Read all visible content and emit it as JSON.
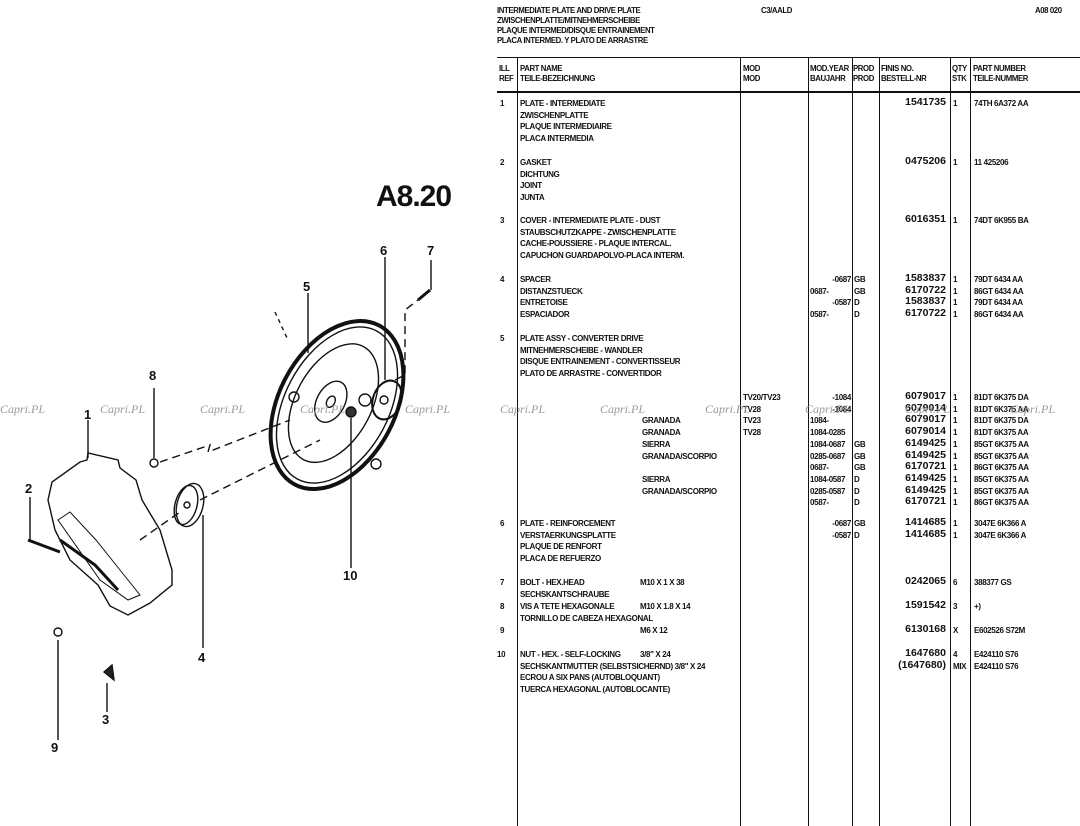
{
  "header": {
    "titles": [
      "INTERMEDIATE PLATE AND DRIVE PLATE",
      "ZWISCHENPLATTE/MITNEHMERSCHEIBE",
      "PLAQUE INTERMED/DISQUE ENTRAINEMENT",
      "PLACA INTERMED. Y PLATO DE ARRASTRE"
    ],
    "code": "C3/AALD",
    "page_ref": "A08 020"
  },
  "columns": {
    "ill": [
      "ILL",
      "REF"
    ],
    "name": [
      "PART NAME",
      "TEILE-BEZEICHNUNG"
    ],
    "mod": [
      "MOD",
      "MOD"
    ],
    "year": [
      "MOD.YEAR",
      "BAUJAHR"
    ],
    "prod": [
      "PROD",
      "PROD"
    ],
    "finis": [
      "FINIS NO.",
      "BESTELL-NR"
    ],
    "qty": [
      "QTY",
      "STK"
    ],
    "pn": [
      "PART NUMBER",
      "TEILE-NUMMER"
    ]
  },
  "items": [
    {
      "ref": "1",
      "lines": [
        {
          "name": "PLATE - INTERMEDIATE",
          "finis": "1541735",
          "qty": "1",
          "pn": "74TH 6A372 AA"
        },
        {
          "name": "ZWISCHENPLATTE"
        },
        {
          "name": "PLAQUE INTERMEDIAIRE"
        },
        {
          "name": "PLACA INTERMEDIA"
        }
      ]
    },
    {
      "ref": "2",
      "lines": [
        {
          "name": "GASKET",
          "finis": "0475206",
          "qty": "1",
          "pn": "11 425206"
        },
        {
          "name": "DICHTUNG"
        },
        {
          "name": "JOINT"
        },
        {
          "name": "JUNTA"
        }
      ]
    },
    {
      "ref": "3",
      "lines": [
        {
          "name": "COVER - INTERMEDIATE PLATE - DUST",
          "finis": "6016351",
          "qty": "1",
          "pn": "74DT 6K955 BA"
        },
        {
          "name": "STAUBSCHUTZKAPPE - ZWISCHENPLATTE"
        },
        {
          "name": "CACHE-POUSSIERE - PLAQUE INTERCAL."
        },
        {
          "name": "CAPUCHON GUARDAPOLVO-PLACA INTERM."
        }
      ]
    },
    {
      "ref": "4",
      "lines": [
        {
          "name": "SPACER",
          "year": "-0687",
          "prod": "GB",
          "finis": "1583837",
          "qty": "1",
          "pn": "79DT 6434 AA"
        },
        {
          "name": "DISTANZSTUECK",
          "year": "0687-",
          "prod": "GB",
          "finis": "6170722",
          "qty": "1",
          "pn": "86GT 6434 AA"
        },
        {
          "name": "ENTRETOISE",
          "year": "-0587",
          "prod": "D",
          "finis": "1583837",
          "qty": "1",
          "pn": "79DT 6434 AA"
        },
        {
          "name": "ESPACIADOR",
          "year": "0587-",
          "prod": "D",
          "finis": "6170722",
          "qty": "1",
          "pn": "86GT 6434 AA"
        }
      ]
    },
    {
      "ref": "5",
      "lines": [
        {
          "name": "PLATE ASSY - CONVERTER DRIVE"
        },
        {
          "name": "MITNEHMERSCHEIBE - WANDLER"
        },
        {
          "name": "DISQUE ENTRAINEMENT - CONVERTISSEUR"
        },
        {
          "name": "PLATO DE ARRASTRE - CONVERTIDOR"
        }
      ]
    },
    {
      "ref": "",
      "lines": [
        {
          "model": "",
          "mod": "TV20/TV23",
          "year": "-1084",
          "finis": "6079017",
          "qty": "1",
          "pn": "81DT 6K375 DA"
        },
        {
          "model": "",
          "mod": "TV28",
          "year": "-1084",
          "finis": "6079014",
          "qty": "1",
          "pn": "81DT 6K375 AA"
        },
        {
          "model": "GRANADA",
          "mod": "TV23",
          "year": "1084-",
          "finis": "6079017",
          "qty": "1",
          "pn": "81DT 6K375 DA"
        },
        {
          "model": "GRANADA",
          "mod": "TV28",
          "year": "1084-0285",
          "finis": "6079014",
          "qty": "1",
          "pn": "81DT 6K375 AA"
        },
        {
          "model": "SIERRA",
          "year": "1084-0687",
          "prod": "GB",
          "finis": "6149425",
          "qty": "1",
          "pn": "85GT 6K375 AA"
        },
        {
          "model": "GRANADA/SCORPIO",
          "year": "0285-0687",
          "prod": "GB",
          "finis": "6149425",
          "qty": "1",
          "pn": "85GT 6K375 AA"
        },
        {
          "model": "",
          "year": "0687-",
          "prod": "GB",
          "finis": "6170721",
          "qty": "1",
          "pn": "86GT 6K375 AA"
        },
        {
          "model": "SIERRA",
          "year": "1084-0587",
          "prod": "D",
          "finis": "6149425",
          "qty": "1",
          "pn": "85GT 6K375 AA"
        },
        {
          "model": "GRANADA/SCORPIO",
          "year": "0285-0587",
          "prod": "D",
          "finis": "6149425",
          "qty": "1",
          "pn": "85GT 6K375 AA"
        },
        {
          "model": "",
          "year": "0587-",
          "prod": "D",
          "finis": "6170721",
          "qty": "1",
          "pn": "86GT 6K375 AA"
        }
      ]
    },
    {
      "ref": "6",
      "lines": [
        {
          "name": "PLATE - REINFORCEMENT",
          "year": "-0687",
          "prod": "GB",
          "finis": "1414685",
          "qty": "1",
          "pn": "3047E 6K366 A"
        },
        {
          "name": "VERSTAERKUNGSPLATTE",
          "year": "-0587",
          "prod": "D",
          "finis": "1414685",
          "qty": "1",
          "pn": "3047E 6K366 A"
        },
        {
          "name": "PLAQUE DE RENFORT"
        },
        {
          "name": "PLACA DE REFUERZO"
        }
      ]
    },
    {
      "ref": "7",
      "lines": [
        {
          "name": "BOLT - HEX.HEAD",
          "spec": "M10 X 1 X 38",
          "finis": "0242065",
          "qty": "6",
          "pn": "388377 GS"
        },
        {
          "name": "SECHSKANTSCHRAUBE"
        }
      ]
    },
    {
      "ref": "8",
      "lines": [
        {
          "name": "VIS A TETE HEXAGONALE",
          "spec": "M10 X 1.8 X 14",
          "finis": "1591542",
          "qty": "3",
          "pn": "+)"
        },
        {
          "name": "TORNILLO DE CABEZA HEXAGONAL"
        }
      ]
    },
    {
      "ref": "9",
      "lines": [
        {
          "name": "",
          "spec": "M6 X 12",
          "finis": "6130168",
          "qty": "X",
          "pn": "E602526 S72M"
        }
      ]
    },
    {
      "ref": "10",
      "lines": [
        {
          "name": "NUT - HEX. - SELF-LOCKING",
          "spec": "3/8\" X 24",
          "finis": "1647680",
          "qty": "4",
          "pn": "E424110 S76"
        },
        {
          "name": "SECHSKANTMUTTER (SELBSTSICHERND) 3/8\" X 24",
          "finis": "(1647680)",
          "qty": "MIX",
          "pn": "E424110 S76"
        },
        {
          "name": "ECROU A SIX PANS (AUTOBLOQUANT)"
        },
        {
          "name": "TUERCA HEXAGONAL (AUTOBLOCANTE)"
        }
      ]
    }
  ],
  "diagram": {
    "section": "A8.20",
    "callouts": [
      "1",
      "2",
      "3",
      "4",
      "5",
      "6",
      "7",
      "8",
      "9",
      "10"
    ],
    "watermark": "Capri.PL"
  }
}
